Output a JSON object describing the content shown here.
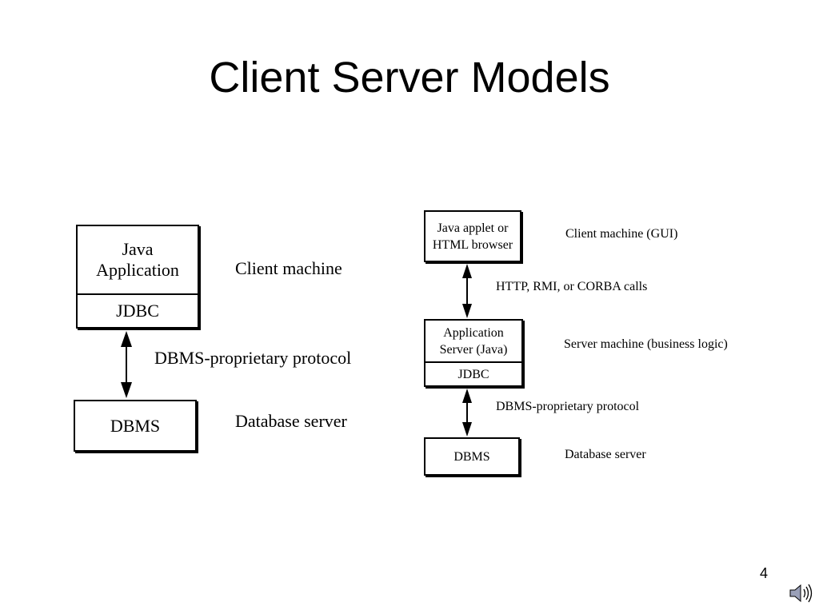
{
  "slide": {
    "title": "Client Server Models",
    "page_number": "4"
  },
  "left_model": {
    "app_box_line1": "Java",
    "app_box_line2": "Application",
    "jdbc_box": "JDBC",
    "dbms_box": "DBMS",
    "client_label": "Client machine",
    "protocol_label": "DBMS-proprietary protocol",
    "server_label": "Database server"
  },
  "right_model": {
    "client_box_line1": "Java applet or",
    "client_box_line2": "HTML browser",
    "app_server_line1": "Application",
    "app_server_line2": "Server (Java)",
    "jdbc_box": "JDBC",
    "dbms_box": "DBMS",
    "client_label": "Client machine (GUI)",
    "calls_label": "HTTP, RMI, or CORBA calls",
    "server_label": "Server machine (business logic)",
    "protocol_label": "DBMS-proprietary protocol",
    "db_label": "Database server"
  },
  "icons": {
    "speaker": "speaker-icon"
  }
}
